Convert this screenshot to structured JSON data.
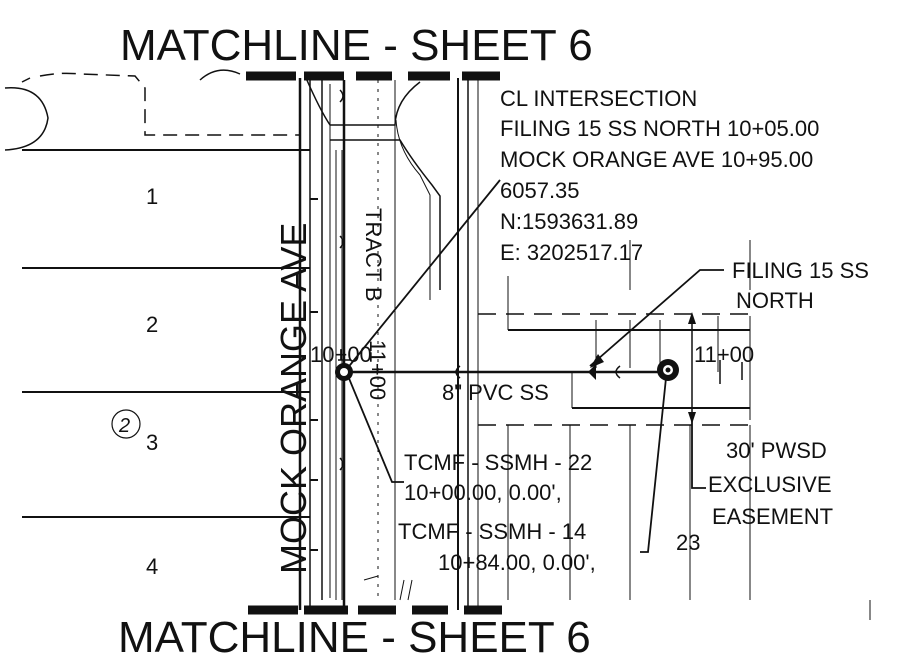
{
  "matchline_top": "MATCHLINE - SHEET 6",
  "matchline_bottom": "MATCHLINE - SHEET 6",
  "street_name": "MOCK ORANGE AVE",
  "tract_label": "TRACT B",
  "lots": [
    "1",
    "2",
    "3",
    "4",
    "23"
  ],
  "block_label": "2",
  "intersection_note": {
    "line1": "CL INTERSECTION",
    "line2": "FILING 15 SS NORTH 10+05.00",
    "line3": "MOCK ORANGE AVE 10+95.00",
    "line4": "6057.35",
    "line5": "N:1593631.89",
    "line6": "E: 3202517.17"
  },
  "sewer_line_name": {
    "line1": "FILING 15 SS",
    "line2": "NORTH"
  },
  "stations": {
    "sta_10": "10+00",
    "sta_11_vertical": "11+00",
    "sta_11_horizontal": "11+00"
  },
  "pipe_label": "8\" PVC SS",
  "manhole_22": {
    "name": "TCMF - SSMH - 22",
    "station": "10+00.00, 0.00',"
  },
  "manhole_14": {
    "name": "TCMF - SSMH - 14",
    "station": "10+84.00, 0.00',"
  },
  "easement": {
    "line1": "30' PWSD",
    "line2": "EXCLUSIVE",
    "line3": "EASEMENT"
  },
  "colors": {
    "ink": "#111111",
    "paper": "#ffffff"
  }
}
